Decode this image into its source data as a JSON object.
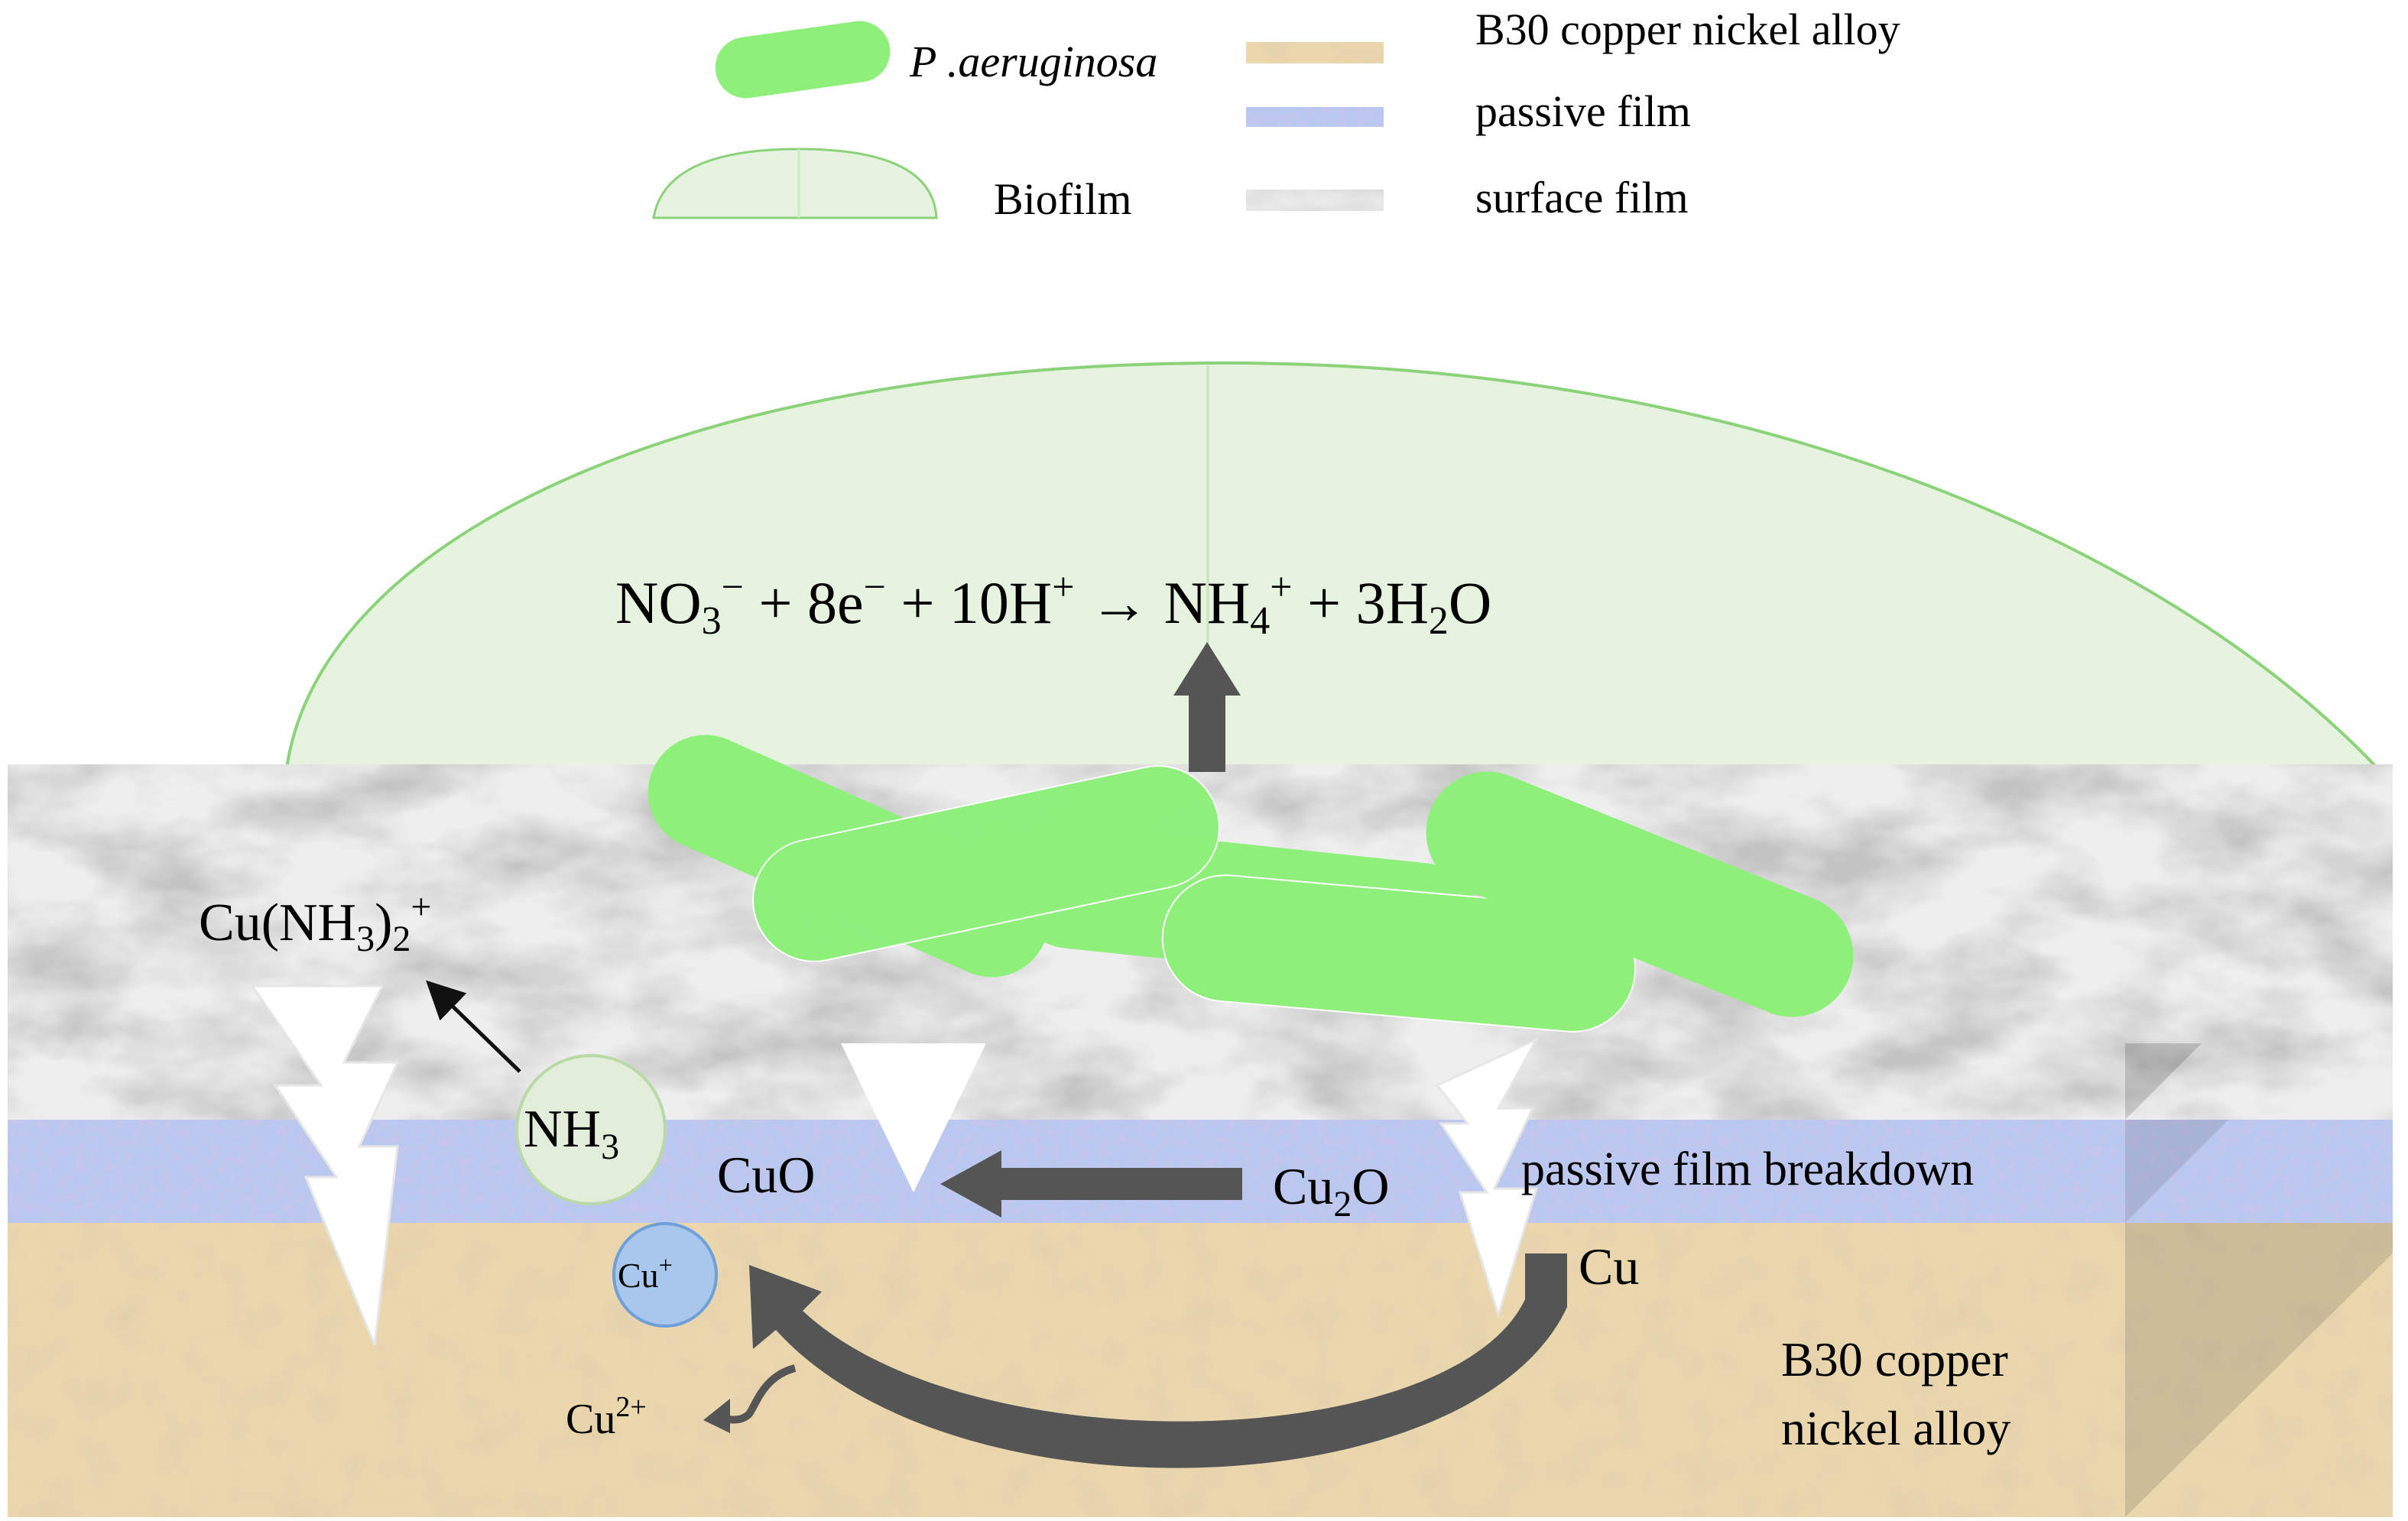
{
  "legend": {
    "bacteria_label": "P .aeruginosa",
    "biofilm_label": "Biofilm",
    "alloy_label": "B30 copper nickel alloy",
    "passive_label": "passive film",
    "surface_label": "surface film"
  },
  "reaction": {
    "no3": "NO",
    "no3_sub": "3",
    "no3_sup": "−",
    "plus1": " + 8e",
    "e_sup": "−",
    "plus2": " + 10H",
    "h_sup": "+",
    "arrow": " → ",
    "nh4": "NH",
    "nh4_sub": "4",
    "nh4_sup": "+",
    "plus3": " + 3H",
    "h2o_sub": "2",
    "o": "O"
  },
  "labels": {
    "cu_nh3_2_pre": "Cu(NH",
    "cu_nh3_2_sub3": "3",
    "cu_nh3_2_post": ")",
    "cu_nh3_2_sub2": "2",
    "cu_nh3_2_sup": "+",
    "nh3_main": "NH",
    "nh3_sub": "3",
    "cuo": "CuO",
    "cu2o_main": "Cu",
    "cu2o_sub": "2",
    "cu2o_o": "O",
    "passive_breakdown": "passive film breakdown",
    "cu": "Cu",
    "cu_plus_main": "Cu",
    "cu_plus_sup": "+",
    "cu2_main": "Cu",
    "cu2_sup": "2+",
    "alloy_line1": "B30 copper",
    "alloy_line2": "nickel alloy"
  },
  "colors": {
    "bacteria": "#8ef07a",
    "biofilm": "#e6f4df",
    "biofilm_stroke": "#8cd27a",
    "alloy": "#e6d2a5",
    "passive_film": "#b6c6ee",
    "surface_film": "#dcdcdc",
    "arrow": "#555555",
    "nh3_circle": "#e2eed9",
    "cu_plus_circle": "#a9c6ec"
  }
}
